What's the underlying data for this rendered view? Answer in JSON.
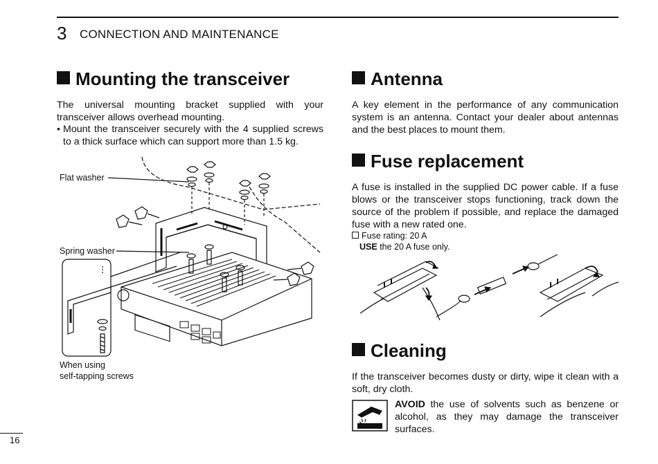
{
  "header": {
    "chapter_number": "3",
    "chapter_title": "CONNECTION AND MAINTENANCE"
  },
  "mounting": {
    "title": "Mounting the transceiver",
    "para": "The universal mounting bracket supplied with your transceiver allows overhead mounting.",
    "bullet": "Mount the transceiver securely with the 4 supplied screws to a thick surface which can support more than 1.5 kg.",
    "bullet_mark": "•",
    "labels": {
      "flat_washer": "Flat washer",
      "spring_washer": "Spring washer",
      "when_using_line1": "When using",
      "when_using_line2": "self-tapping screws"
    }
  },
  "antenna": {
    "title": "Antenna",
    "para": "A key element in the performance of any communication system is an antenna. Contact your dealer about antennas and the best places to mount them."
  },
  "fuse": {
    "title": "Fuse replacement",
    "para": "A fuse is installed in the supplied DC power cable. If a fuse blows or the transceiver stops functioning, track down the source of the problem if possible, and replace the damaged fuse with a new rated one.",
    "rating": "Fuse rating: 20 A",
    "use_bold": "USE",
    "use_rest": "the 20 A fuse only."
  },
  "cleaning": {
    "title": "Cleaning",
    "para": "If the transceiver becomes dusty or dirty, wipe it clean with a soft, dry cloth.",
    "avoid_bold": "AVOID",
    "avoid_rest": "the use of solvents such as benzene or alcohol, as they may damage the transceiver surfaces."
  },
  "footer": {
    "page_number": "16"
  }
}
